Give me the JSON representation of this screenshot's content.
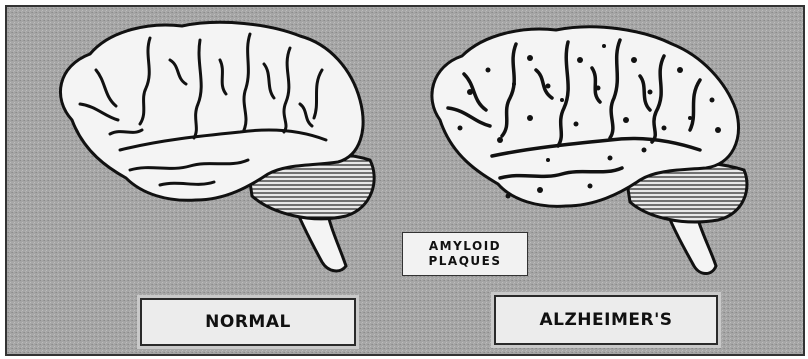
{
  "labels": {
    "normal": "NORMAL",
    "alzheimers": "ALZHEIMER'S",
    "amyloid_line1": "AMYLOID",
    "amyloid_line2": "PLAQUES"
  },
  "colors": {
    "background": "#a9a9a9",
    "brain_fill": "#f4f4f4",
    "outline": "#111111",
    "label_bg": "#ececec"
  }
}
